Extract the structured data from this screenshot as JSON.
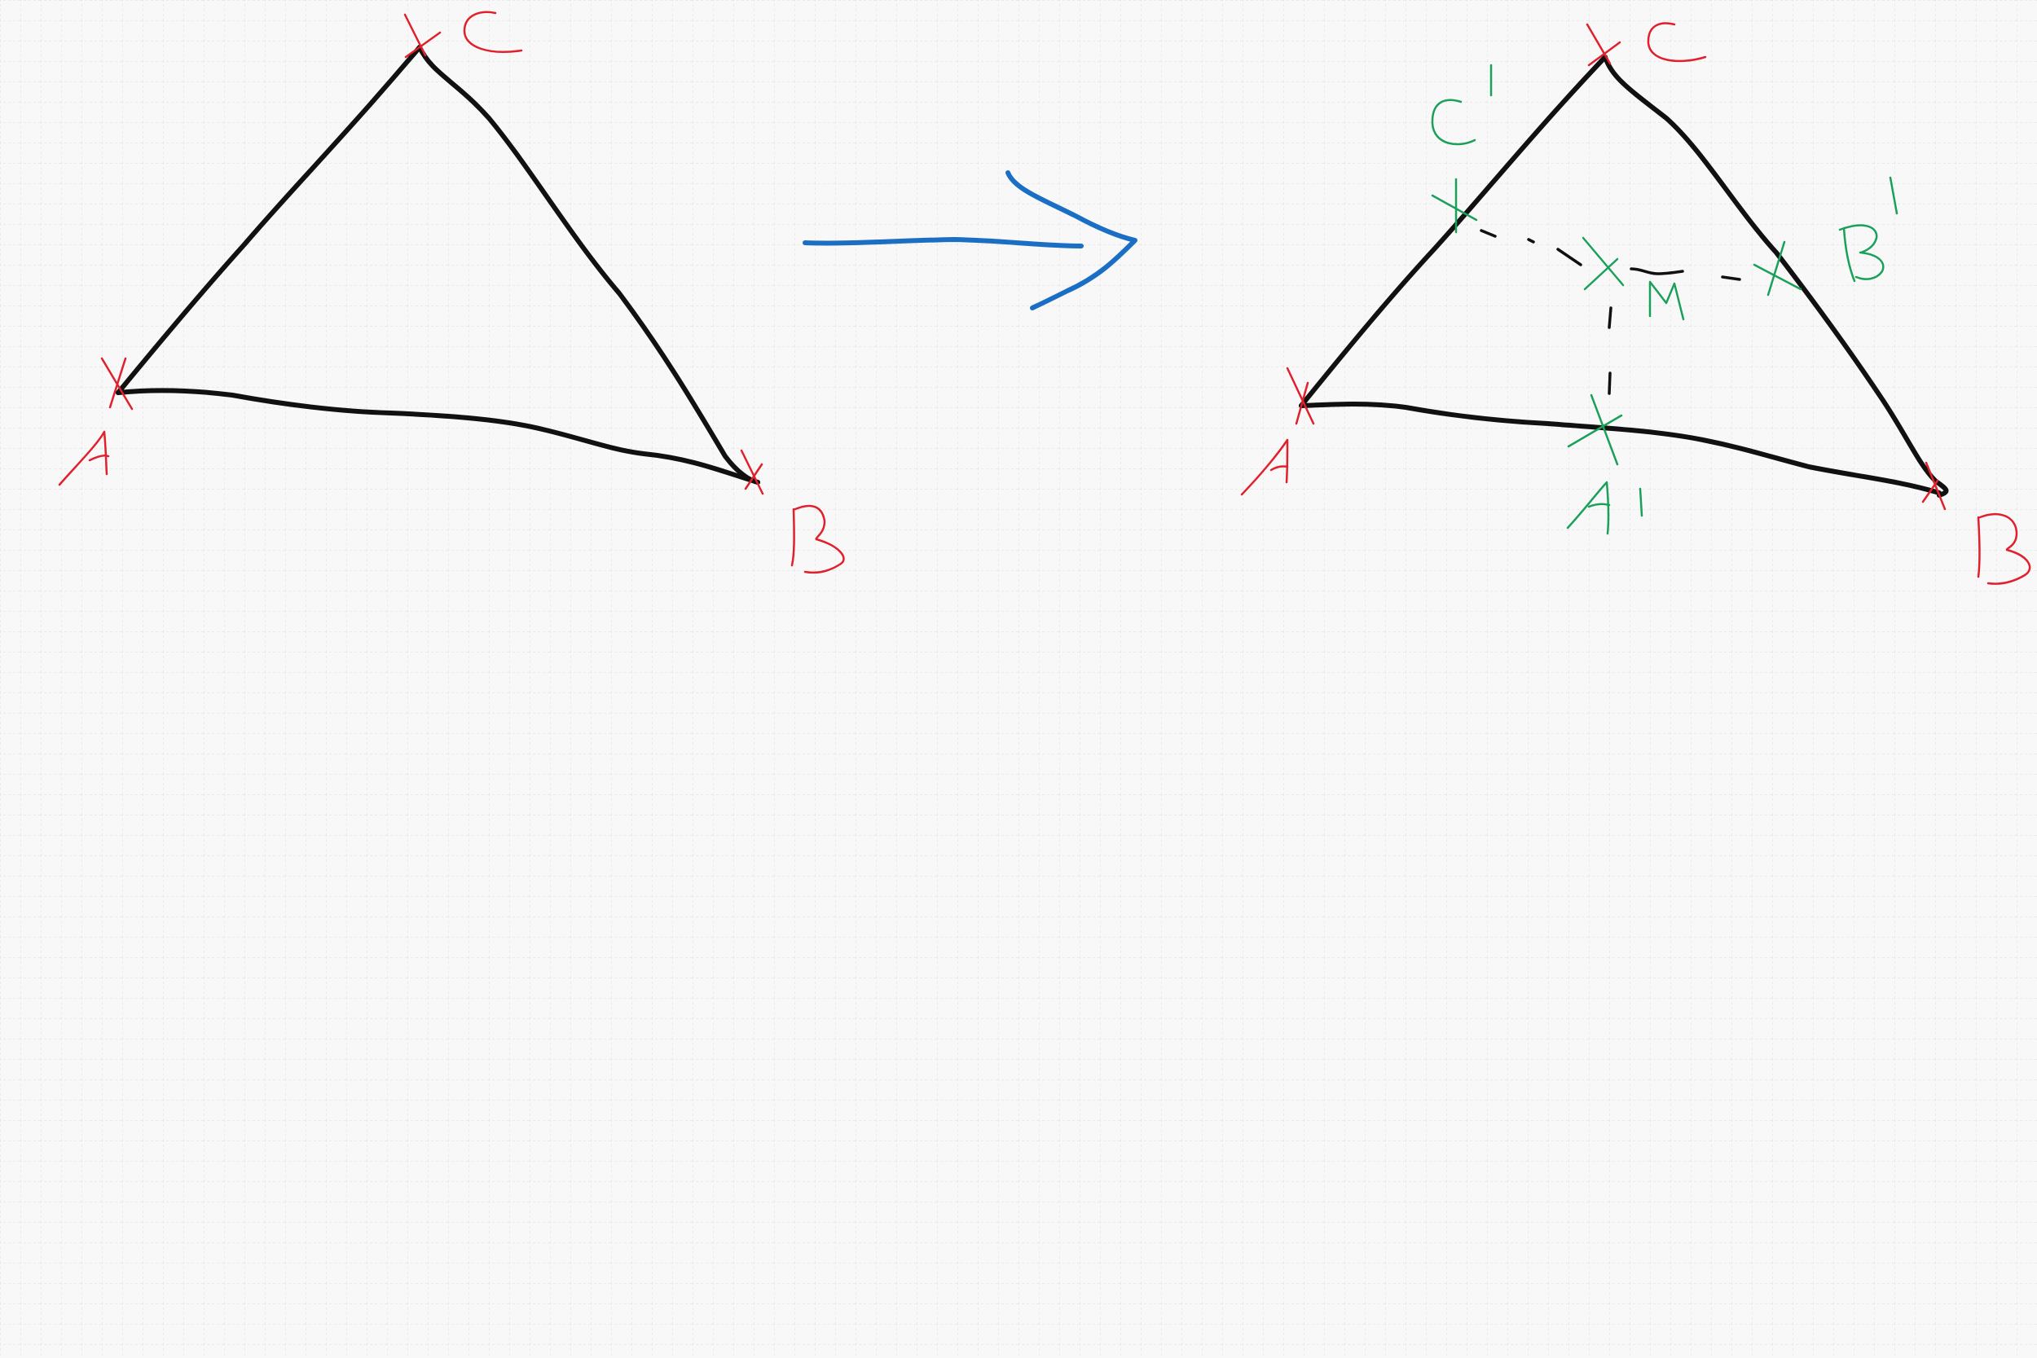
{
  "colors": {
    "background": "#f8f8f8",
    "grid": "#e2e2e2",
    "triangle": "#111111",
    "vertex_labels": "#e0202c",
    "midpoint_labels": "#1aa05a",
    "arrow": "#1a6fc4"
  },
  "left_figure": {
    "vertices": [
      "A",
      "B",
      "C"
    ]
  },
  "right_figure": {
    "vertices": [
      "A",
      "B",
      "C"
    ],
    "midpoints": [
      "A'",
      "B'",
      "C'"
    ],
    "center": "M"
  },
  "arrow": {
    "direction": "right"
  }
}
